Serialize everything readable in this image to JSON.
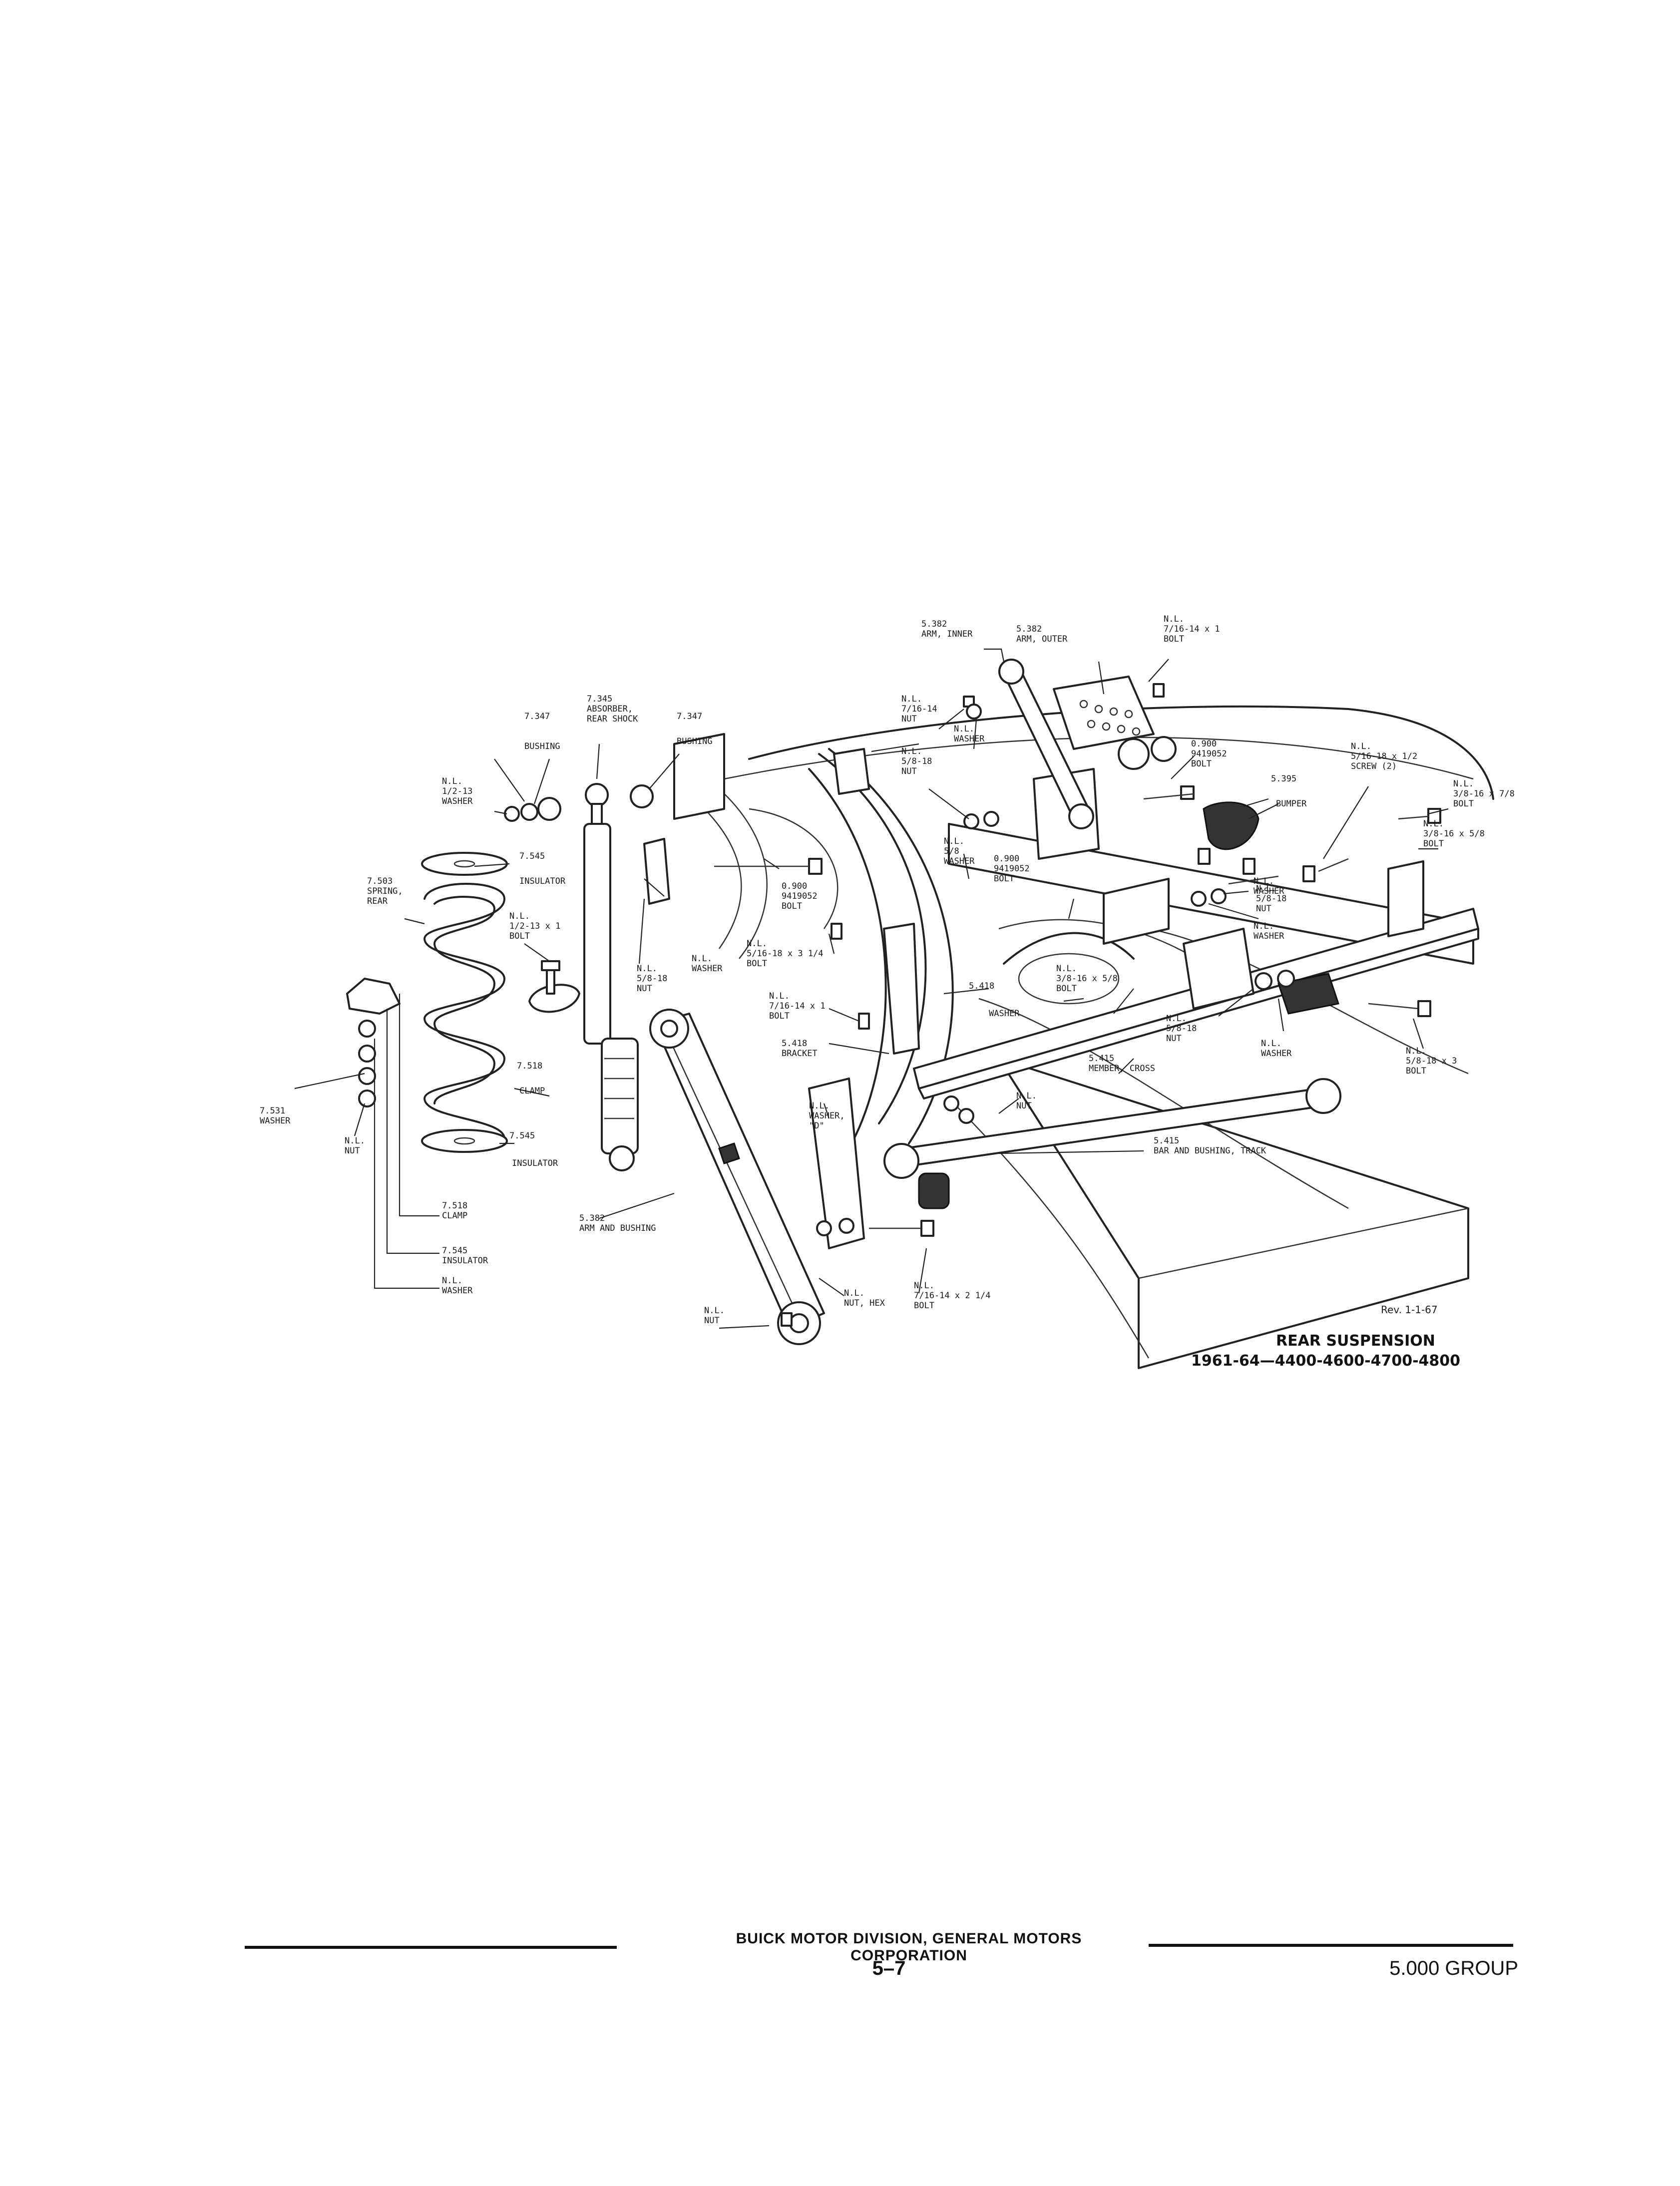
{
  "title": "REAR SUSPENSION",
  "subtitle": "1961-64—4400-4600-4700-4800",
  "revision": "Rev. 1-1-67",
  "footer": {
    "company": "BUICK MOTOR DIVISION, GENERAL MOTORS CORPORATION",
    "page": "5–7",
    "group": "5.000 GROUP"
  },
  "callouts": [
    {
      "lines": [
        "5.382",
        "ARM, INNER"
      ]
    },
    {
      "lines": [
        "5.382",
        "ARM, OUTER"
      ]
    },
    {
      "lines": [
        "N.L.",
        "7/16-14 x 1",
        "BOLT"
      ]
    },
    {
      "lines": [
        "N.L.",
        "7/16-14",
        "NUT"
      ]
    },
    {
      "lines": [
        "N.L.",
        "WASHER"
      ]
    },
    {
      "lines": [
        "0.900",
        "9419052",
        "BOLT"
      ]
    },
    {
      "lines": [
        "N.L.",
        "5/8-18",
        "NUT"
      ]
    },
    {
      "lines": [
        "5.395"
      ]
    },
    {
      "lines": [
        "BUMPER"
      ]
    },
    {
      "lines": [
        "N.L.",
        "5/16-18 x 1/2",
        "SCREW (2)"
      ]
    },
    {
      "lines": [
        "N.L.",
        "3/8-16 x 7/8",
        "BOLT"
      ]
    },
    {
      "lines": [
        "N.L.",
        "3/8-16 x 5/8",
        "BOLT"
      ]
    },
    {
      "lines": [
        "N.L.",
        "WASHER"
      ]
    },
    {
      "lines": [
        "7.347"
      ]
    },
    {
      "lines": [
        "BUSHING"
      ]
    },
    {
      "lines": [
        "7.345",
        "ABSORBER,",
        "REAR SHOCK"
      ]
    },
    {
      "lines": [
        "7.347"
      ]
    },
    {
      "lines": [
        "BUSHING"
      ]
    },
    {
      "lines": [
        "N.L.",
        "1/2-13",
        "WASHER"
      ]
    },
    {
      "lines": [
        "7.545"
      ]
    },
    {
      "lines": [
        "INSULATOR"
      ]
    },
    {
      "lines": [
        "7.503",
        "SPRING,",
        "REAR"
      ]
    },
    {
      "lines": [
        "N.L.",
        "1/2-13 x 1",
        "BOLT"
      ]
    },
    {
      "lines": [
        "0.900",
        "9419052",
        "BOLT"
      ]
    },
    {
      "lines": [
        "N.L.",
        "WASHER"
      ]
    },
    {
      "lines": [
        "N.L.",
        "5/8",
        "WASHER"
      ]
    },
    {
      "lines": [
        "0.900",
        "9419052",
        "BOLT"
      ]
    },
    {
      "lines": [
        "N.L.",
        "5/8-18",
        "NUT"
      ]
    },
    {
      "lines": [
        "N.L.",
        "5/16-18 x 3 1/4",
        "BOLT"
      ]
    },
    {
      "lines": [
        "N.L.",
        "7/16-14 x 1",
        "BOLT"
      ]
    },
    {
      "lines": [
        "5.418",
        "BRACKET"
      ]
    },
    {
      "lines": [
        "5.418"
      ]
    },
    {
      "lines": [
        "WASHER"
      ]
    },
    {
      "lines": [
        "N.L.",
        "3/8-16 x 5/8",
        "BOLT"
      ]
    },
    {
      "lines": [
        "5.415",
        "MEMBER, CROSS"
      ]
    },
    {
      "lines": [
        "N.L.",
        "5/8-18",
        "NUT"
      ]
    },
    {
      "lines": [
        "N.L.",
        "WASHER"
      ]
    },
    {
      "lines": [
        "N.L.",
        "5/8-18 x 3",
        "BOLT"
      ]
    },
    {
      "lines": [
        "N.L.",
        "5/8-18",
        "NUT"
      ]
    },
    {
      "lines": [
        "N.L.",
        "WASHER"
      ]
    },
    {
      "lines": [
        "7.518"
      ]
    },
    {
      "lines": [
        "CLAMP"
      ]
    },
    {
      "lines": [
        "7.531",
        "WASHER"
      ]
    },
    {
      "lines": [
        "N.L.",
        "NUT"
      ]
    },
    {
      "lines": [
        "7.545"
      ]
    },
    {
      "lines": [
        "INSULATOR"
      ]
    },
    {
      "lines": [
        "N.L.",
        "WASHER,",
        "\"D\""
      ]
    },
    {
      "lines": [
        "N.L.",
        "NUT"
      ]
    },
    {
      "lines": [
        "5.415",
        "BAR AND BUSHING, TRACK"
      ]
    },
    {
      "lines": [
        "5.382",
        "ARM AND BUSHING"
      ]
    },
    {
      "lines": [
        "7.518",
        "CLAMP"
      ]
    },
    {
      "lines": [
        "7.545",
        "INSULATOR"
      ]
    },
    {
      "lines": [
        "N.L.",
        "WASHER"
      ]
    },
    {
      "lines": [
        "N.L.",
        "NUT"
      ]
    },
    {
      "lines": [
        "N.L.",
        "NUT, HEX"
      ]
    },
    {
      "lines": [
        "N.L.",
        "7/16-14 x 2 1/4",
        "BOLT"
      ]
    }
  ]
}
